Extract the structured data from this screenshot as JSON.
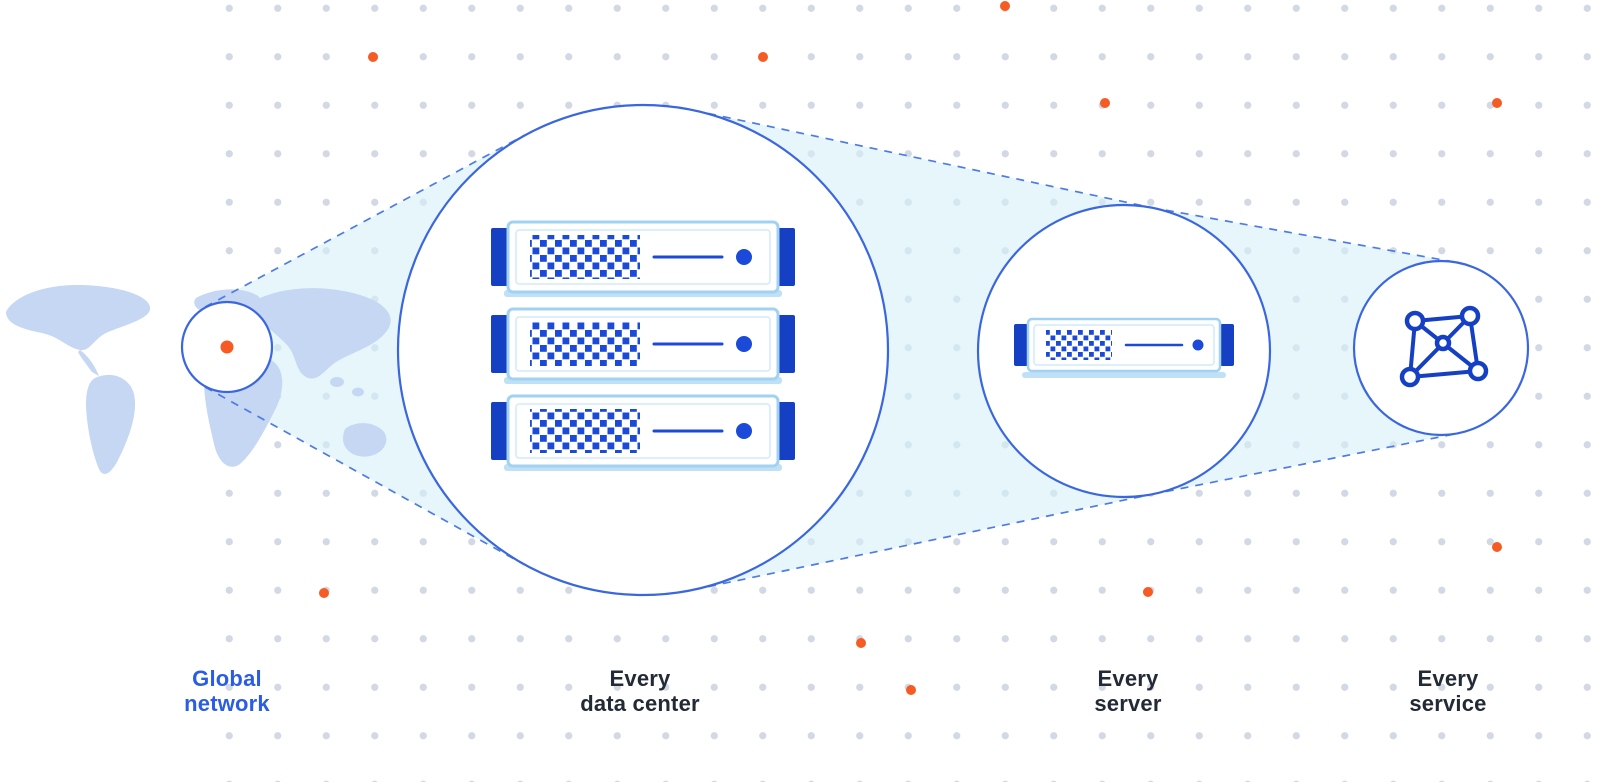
{
  "labels": {
    "global_network": "Global\nnetwork",
    "every_data_center": "Every\ndata center",
    "every_server": "Every\nserver",
    "every_service": "Every\nservice"
  },
  "colors": {
    "accent_orange": "#F55B23",
    "primary_blue": "#2B5CE6",
    "circle_stroke": "#3A67DF",
    "dashed_line": "#4F7BE4",
    "dark_blue": "#1B4ADB",
    "tab_blue": "#1540C4",
    "server_border": "#A2D2F1",
    "server_border_inner": "#D2EAF9",
    "server_shelf": "#BFE0F5",
    "cone_fill": "#D5F0F7",
    "map_fill": "#C5D7F3",
    "grid_dot": "#D2D8E4",
    "label_dark": "#222A35",
    "background": "#FFFFFF"
  },
  "icons": {
    "map": "world-map",
    "map_marker": "orange-location-dot",
    "data_center": "server-rack-three-units",
    "server": "server-single-unit",
    "service": "network-mesh-icon"
  }
}
